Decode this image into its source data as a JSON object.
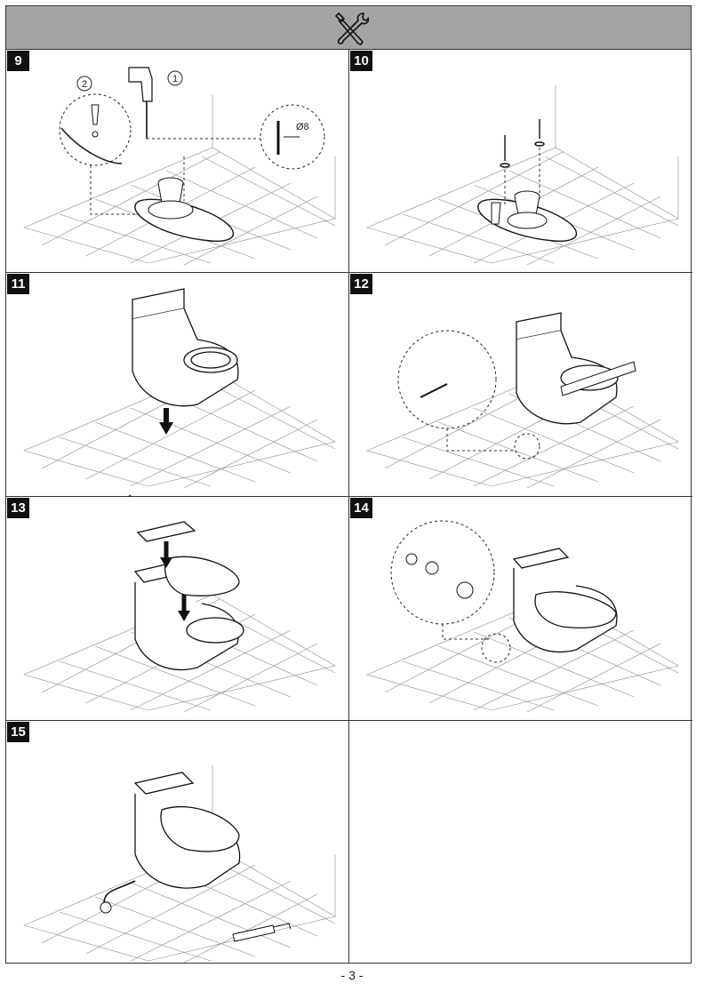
{
  "page": {
    "number": "- 3 -"
  },
  "header": {
    "icon": "wrench-screwdriver-icon"
  },
  "steps": [
    {
      "number": "9",
      "labels": [
        "1",
        "2"
      ],
      "drill_size": "Ø8"
    },
    {
      "number": "10"
    },
    {
      "number": "11"
    },
    {
      "number": "12"
    },
    {
      "number": "13"
    },
    {
      "number": "14"
    },
    {
      "number": "15"
    }
  ]
}
